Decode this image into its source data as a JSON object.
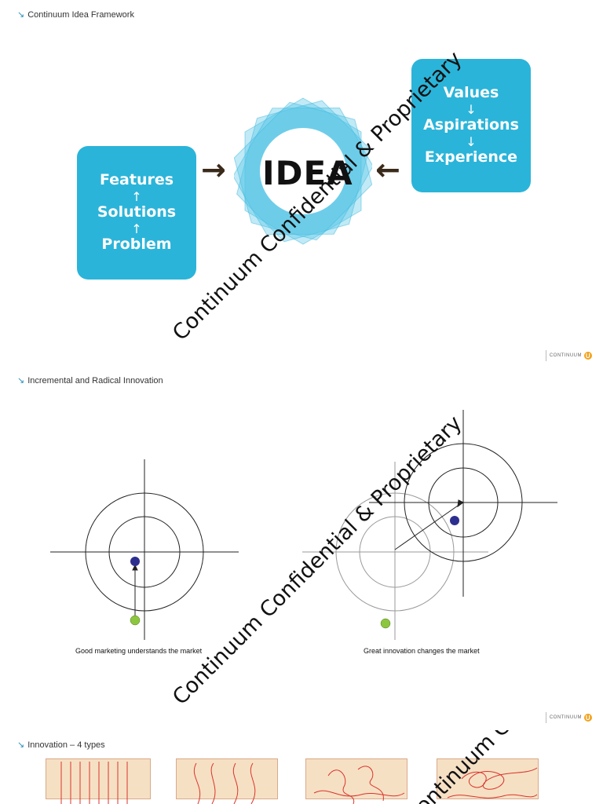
{
  "slide1": {
    "title": "Continuum Idea Framework",
    "left_box": {
      "top": "Features",
      "middle": "Solutions",
      "bottom": "Problem",
      "arrow": "↑"
    },
    "right_box": {
      "top": "Values",
      "middle": "Aspirations",
      "bottom": "Experience",
      "arrow": "↓"
    },
    "center_label": "IDEA",
    "arrow_left": "→",
    "arrow_right": "←"
  },
  "slide2": {
    "title": "Incremental and Radical Innovation",
    "caption_left": "Good marketing understands the market",
    "caption_right": "Great innovation changes the market"
  },
  "slide3": {
    "title": "Innovation – 4 types"
  },
  "watermark": "Continuum Confidential & Proprietary",
  "logo": {
    "text": "CONTINUUM",
    "mark": "U"
  },
  "colors": {
    "accent": "#2bb4d9",
    "hexagon": "#4cc3e6",
    "dot_blue": "#2d2f8f",
    "dot_green": "#8cc63f",
    "sketch_red": "#d9342b",
    "sketch_bg": "#f6e0c4"
  }
}
